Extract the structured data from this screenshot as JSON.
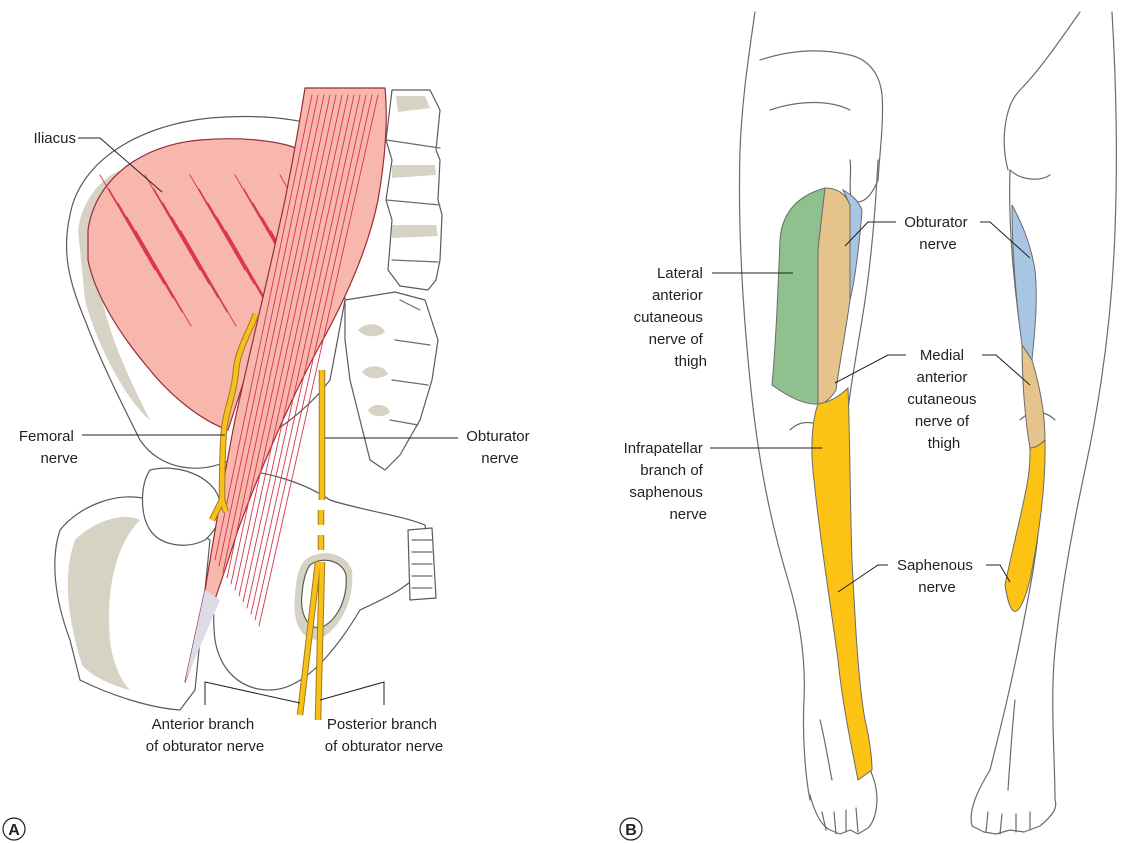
{
  "panel_a": {
    "letter": "A",
    "labels": {
      "iliacus": "Iliacus",
      "femoral_nerve": [
        "Femoral",
        "nerve"
      ],
      "obturator_nerve": [
        "Obturator",
        "nerve"
      ],
      "anterior_branch": [
        "Anterior branch",
        "of obturator nerve"
      ],
      "posterior_branch": [
        "Posterior branch",
        "of obturator nerve"
      ]
    }
  },
  "panel_b": {
    "letter": "B",
    "labels": {
      "obturator_nerve": [
        "Obturator",
        "nerve"
      ],
      "lateral_anterior_cutaneous": [
        "Lateral",
        "anterior",
        "cutaneous",
        "nerve of",
        "thigh"
      ],
      "medial_anterior_cutaneous": [
        "Medial",
        "anterior",
        "cutaneous",
        "nerve of",
        "thigh"
      ],
      "infrapatellar_branch": [
        "Infrapatellar",
        "branch of",
        "saphenous",
        "nerve"
      ],
      "saphenous_nerve": [
        "Saphenous",
        "nerve"
      ]
    },
    "region_colors": {
      "obturator": "#a9c5e4",
      "lateral_cutaneous": "#8fc18f",
      "medial_cutaneous": "#e5c38b",
      "saphenous": "#fcc314"
    }
  },
  "colors": {
    "muscle_fill": "#f7b7ad",
    "muscle_fiber": "#d8344c",
    "nerve": "#f6c21a",
    "bone_shade": "#d7d3c4"
  }
}
